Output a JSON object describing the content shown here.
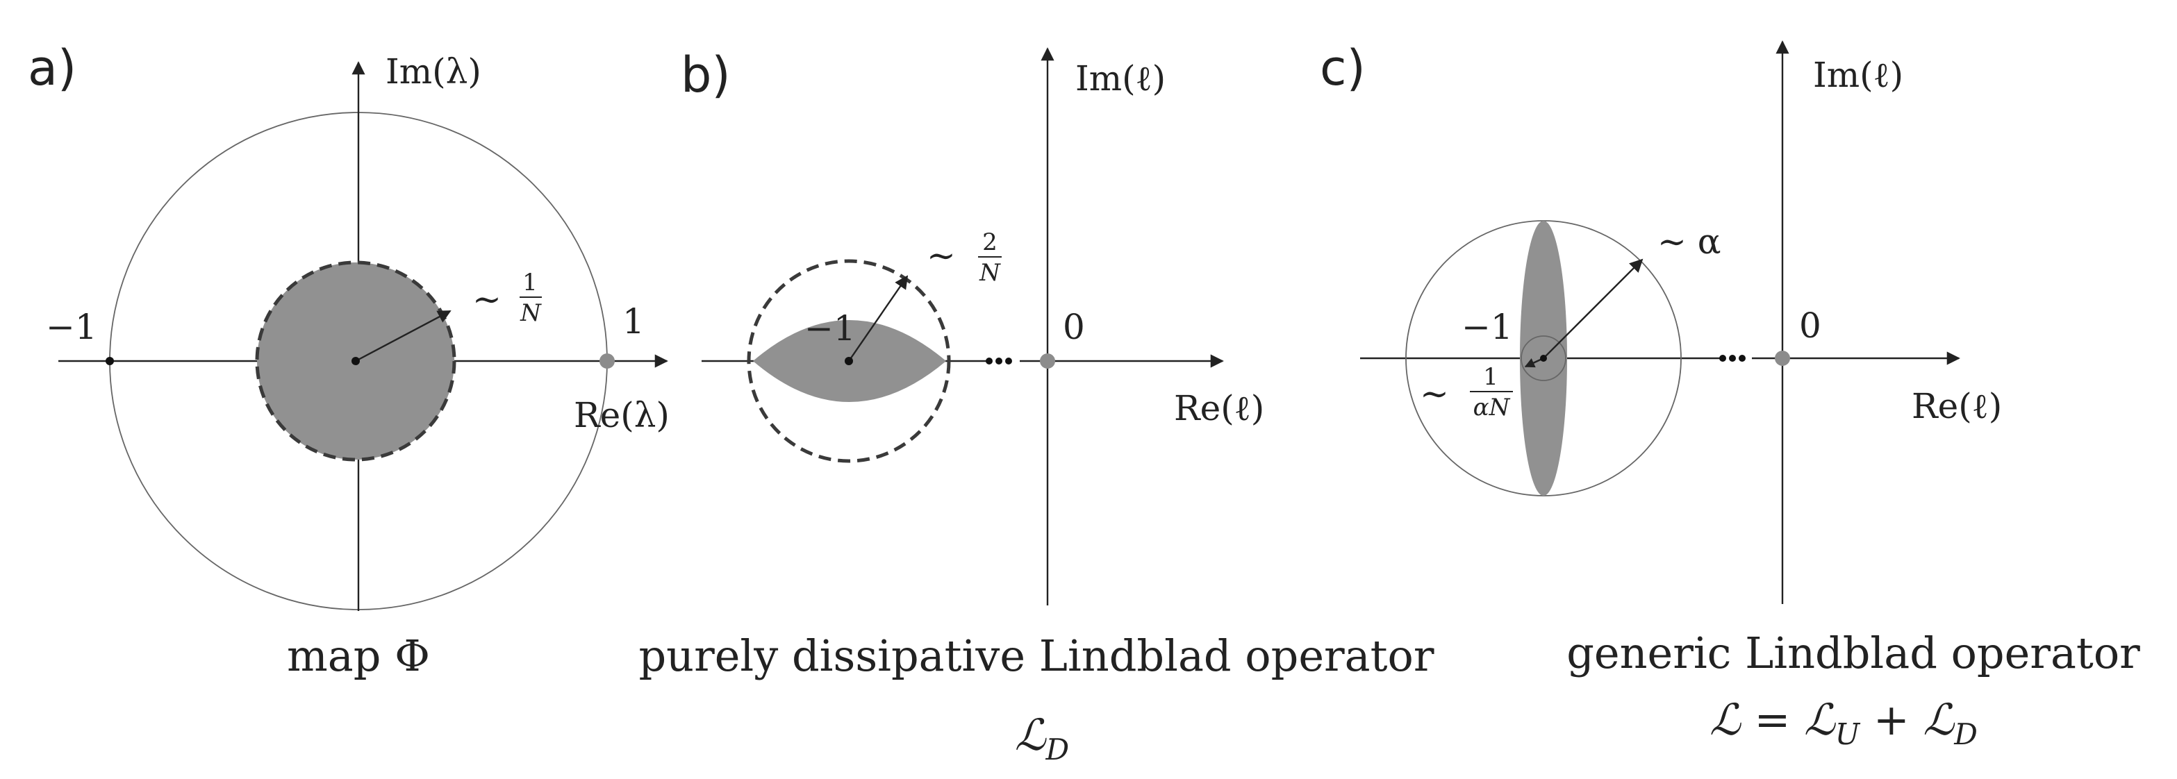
{
  "panels": {
    "a": {
      "letter": "a)",
      "im_label": "Im(λ)",
      "re_label": "Re(λ)",
      "minus_one": "−1",
      "one": "1",
      "radius_tilde": "∼",
      "radius_num": "1",
      "radius_den": "N",
      "caption": "map Φ"
    },
    "b": {
      "letter": "b)",
      "im_label": "Im(ℓ)",
      "re_label": "Re(ℓ)",
      "minus_one": "−1",
      "zero": "0",
      "radius_tilde": "∼",
      "radius_num": "2",
      "radius_den": "N",
      "caption_line1": "purely dissipative Lindblad operator",
      "caption_line2": "ℒ",
      "caption_line2_sub": "D"
    },
    "c": {
      "letter": "c)",
      "im_label": "Im(ℓ)",
      "re_label": "Re(ℓ)",
      "minus_one": "−1",
      "zero": "0",
      "alpha_label": "∼ α",
      "small_tilde": "∼",
      "small_num": "1",
      "small_den": "αN",
      "caption_line1": "generic Lindblad operator",
      "caption_line2": "ℒ = ℒ",
      "caption_line2_subU": "U",
      "caption_line2_plus": " + ℒ",
      "caption_line2_subD": "D"
    }
  },
  "colors": {
    "shaded": "#919191",
    "axis": "#222222",
    "gray_dot": "#8c8c8c"
  }
}
